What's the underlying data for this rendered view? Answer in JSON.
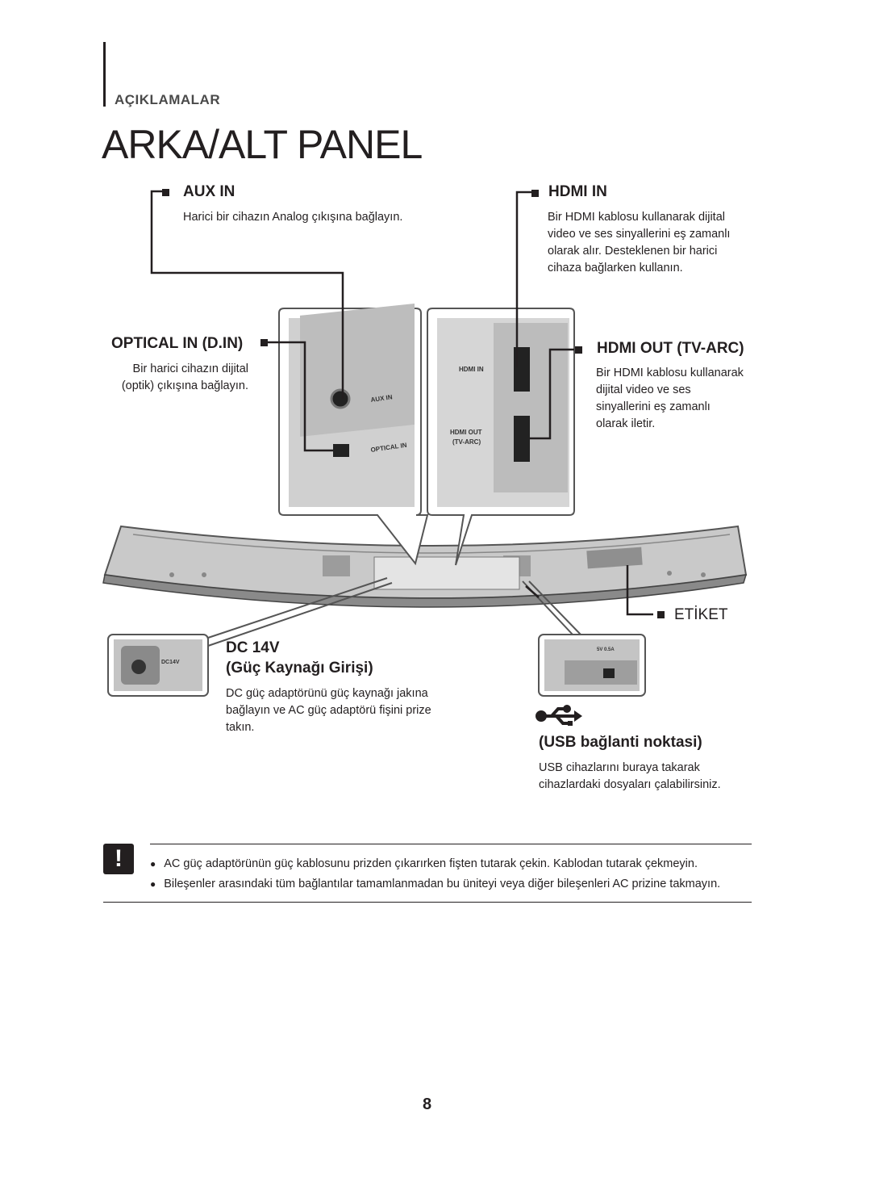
{
  "header": {
    "section": "AÇIKLAMALAR",
    "title": "ARKA/ALT PANEL"
  },
  "aux_in": {
    "label": "AUX IN",
    "desc": "Harici bir cihazın Analog çıkışına bağlayın."
  },
  "hdmi_in": {
    "label": "HDMI IN",
    "desc": [
      "Bir HDMI kablosu kullanarak dijital",
      "video ve ses sinyallerini eş zamanlı",
      "olarak alır. Desteklenen bir harici",
      "cihaza bağlarken kullanın."
    ]
  },
  "optical_in": {
    "label": "OPTICAL IN (D.IN)",
    "desc": [
      "Bir harici cihazın dijital",
      "(optik) çıkışına bağlayın."
    ]
  },
  "hdmi_out": {
    "label": "HDMI OUT (TV-ARC)",
    "desc": [
      "Bir HDMI kablosu kullanarak",
      "dijital video ve ses",
      "sinyallerini eş zamanlı",
      "olarak iletir."
    ]
  },
  "etiket": {
    "label": "ETİKET"
  },
  "dc": {
    "label1": "DC 14V",
    "label2": "(Güç Kaynağı Girişi)",
    "desc": [
      "DC güç adaptörünü güç kaynağı jakına",
      "bağlayın ve AC güç adaptörü fişini prize",
      "takın."
    ]
  },
  "usb": {
    "icon": "usb-icon",
    "label": "(USB bağlanti noktasi)",
    "desc": [
      "USB cihazlarını buraya takarak",
      "cihazlardaki dosyaları çalabilirsiniz."
    ]
  },
  "panel_marks": {
    "aux": "AUX IN",
    "optical": "OPTICAL IN",
    "hdmi_in": "HDMI IN",
    "hdmi_out_1": "HDMI OUT",
    "hdmi_out_2": "(TV-ARC)",
    "dc": "DC14V",
    "usb_rating": "5V 0.5A"
  },
  "caution": {
    "icon": "caution-icon",
    "symbol": "!",
    "notes": [
      "AC güç adaptörünün güç kablosunu prizden çıkarırken fişten tutarak çekin. Kablodan tutarak çekmeyin.",
      "Bileşenler arasındaki tüm bağlantılar tamamlanmadan bu üniteyi veya diğer bileşenleri AC prizine takmayın."
    ]
  },
  "page_number": "8"
}
